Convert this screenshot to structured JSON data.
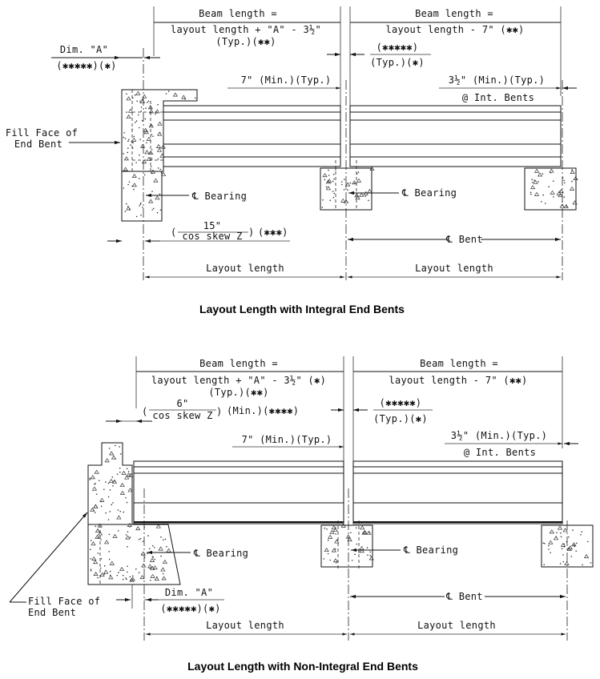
{
  "diagram_1": {
    "caption": "Layout Length with Integral End Bents",
    "beam_length_left_title": "Beam length =",
    "beam_length_left_formula": "layout length + \"A\" - 3½\"",
    "beam_length_left_note": "(Typ.)(✱✱)",
    "beam_length_right_title": "Beam length =",
    "beam_length_right_formula": "layout length - 7\" (✱✱)",
    "dim_a_label": "Dim. \"A\"",
    "dim_a_note": "(✱✱✱✱✱)(✱)",
    "gap_note_1": "(✱✱✱✱✱)",
    "gap_note_2": "(Typ.)(✱)",
    "seven_min": "7\" (Min.)(Typ.)",
    "three_half_min": "3½\" (Min.)(Typ.)",
    "int_bents": "@ Int. Bents",
    "fill_face_1": "Fill Face of",
    "fill_face_2": "End Bent",
    "bearing_left": "℄ Bearing",
    "bearing_mid": "℄ Bearing",
    "skew_num": "15\"",
    "skew_den": "cos skew Z",
    "skew_note": "(✱✱✱)",
    "bent_label": "℄ Bent",
    "layout_left": "Layout length",
    "layout_right": "Layout length"
  },
  "diagram_2": {
    "caption": "Layout Length with Non-Integral End Bents",
    "beam_length_left_title": "Beam length =",
    "beam_length_left_formula": "layout length + \"A\" - 3½\" (✱)",
    "beam_length_left_note": "(Typ.)(✱✱)",
    "beam_length_right_title": "Beam length =",
    "beam_length_right_formula": "layout length - 7\" (✱✱)",
    "skew_num": "6\"",
    "skew_den": "cos skew Z",
    "skew_note": "(Min.)(✱✱✱✱)",
    "gap_note_1": "(✱✱✱✱✱)",
    "gap_note_2": "(Typ.)(✱)",
    "seven_min": "7\" (Min.)(Typ.)",
    "three_half_min": "3½\" (Min.)(Typ.)",
    "int_bents": "@ Int. Bents",
    "bearing_left": "℄ Bearing",
    "bearing_mid": "℄ Bearing",
    "fill_face_1": "Fill Face of",
    "fill_face_2": "End Bent",
    "dim_a_label": "Dim. \"A\"",
    "dim_a_note": "(✱✱✱✱✱)(✱)",
    "bent_label": "℄ Bent",
    "layout_left": "Layout length",
    "layout_right": "Layout length"
  }
}
